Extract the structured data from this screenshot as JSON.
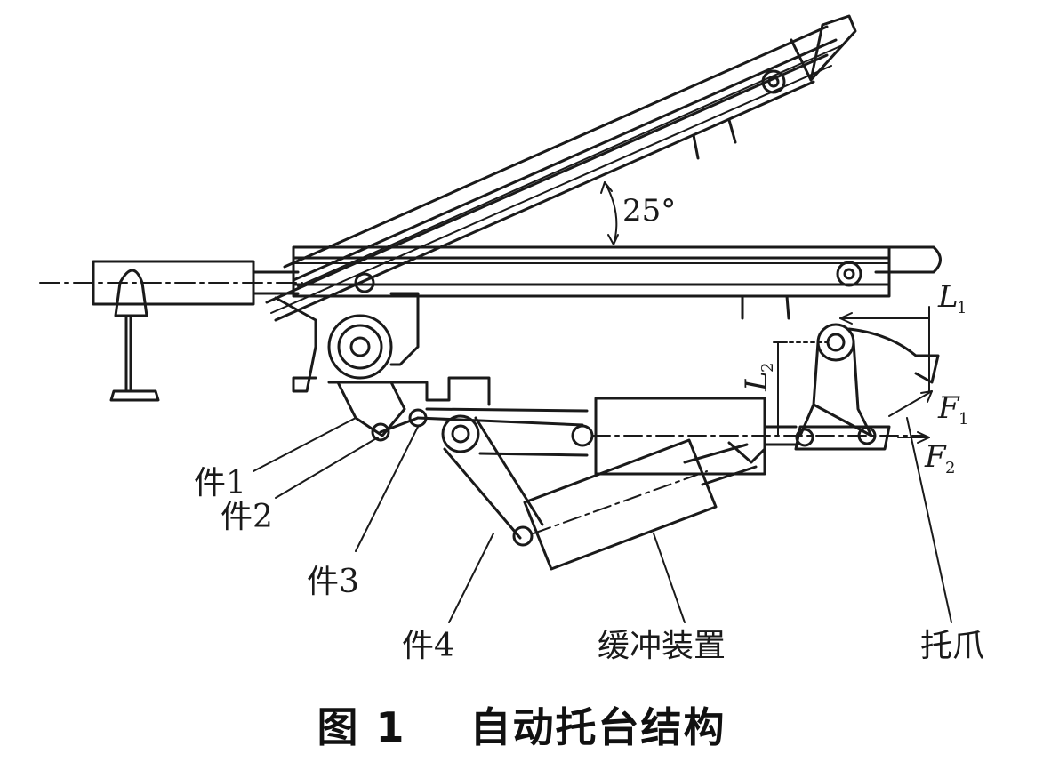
{
  "diagram": {
    "angle_label": "25°",
    "dimension_labels": [
      {
        "main": "L",
        "sub": "1"
      },
      {
        "main": "L",
        "sub": "2"
      }
    ],
    "force_labels": [
      {
        "main": "F",
        "sub": "1"
      },
      {
        "main": "F",
        "sub": "2"
      }
    ],
    "part_labels": [
      "件1",
      "件2",
      "件3",
      "件4",
      "缓冲装置",
      "托爪"
    ]
  },
  "caption": {
    "number": "图 1",
    "title": "自动托台结构"
  }
}
